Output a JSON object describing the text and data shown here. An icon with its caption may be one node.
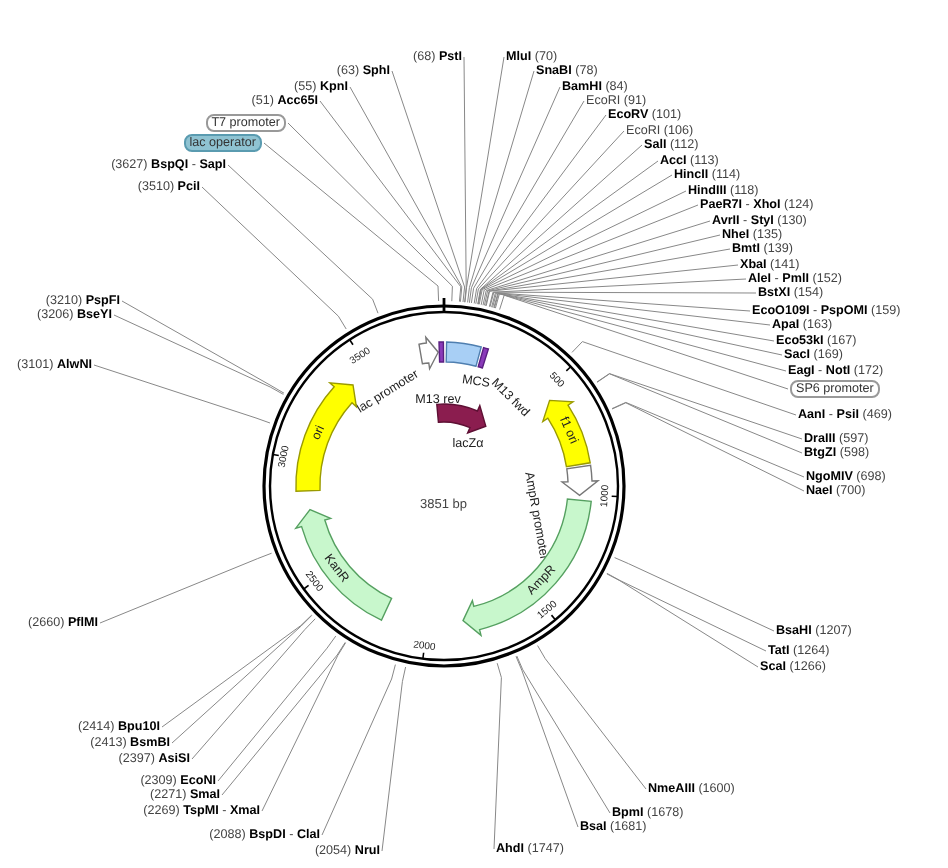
{
  "diagram": {
    "nodes": [
      {
        "text": [
          "(68) **PstI**"
        ]
      },
      {
        "text": [
          "(63) **SphI**"
        ]
      },
      {
        "text": [
          "(55) **KpnI**"
        ]
      },
      {
        "text": [
          "(51) **Acc65I**"
        ]
      },
      {
        "text": [
          "T7 promoter"
        ]
      },
      {
        "text": [
          "lac operator"
        ]
      },
      {
        "text": [
          "(3627) **BspQI** - **SapI**"
        ]
      },
      {
        "text": [
          "(3510) **PciI**"
        ]
      },
      {
        "text": [
          "(3210) **PspFI**"
        ]
      },
      {
        "text": [
          "(3206) **BseYI**"
        ]
      },
      {
        "text": [
          "(3101) **AlwNI**"
        ]
      },
      {
        "text": [
          "(2660) **PflMI**"
        ]
      },
      {
        "text": [
          "(2414) **Bpu10I**"
        ]
      },
      {
        "text": [
          "(2413) **BsmBI**"
        ]
      },
      {
        "text": [
          "(2397) **AsiSI**"
        ]
      },
      {
        "text": [
          "(2309) **EcoNI**"
        ]
      },
      {
        "text": [
          "(2271) **SmaI**"
        ]
      },
      {
        "text": [
          "(2269) **TspMI** - **XmaI**"
        ]
      },
      {
        "text": [
          "(2088) **BspDI** - **ClaI**"
        ]
      },
      {
        "text": [
          "(2054) **NruI**"
        ]
      },
      {
        "text": [
          "**MluI** (70)"
        ]
      },
      {
        "text": [
          "**SnaBI** (78)"
        ]
      },
      {
        "text": [
          "**BamHI** (84)"
        ]
      },
      {
        "text": [
          "EcoRI (91)"
        ]
      },
      {
        "text": [
          "**EcoRV** (101)"
        ]
      },
      {
        "text": [
          "EcoRI (106)"
        ]
      },
      {
        "text": [
          "**SalI** (112)"
        ]
      },
      {
        "text": [
          "**AccI** (113)"
        ]
      },
      {
        "text": [
          "**HincII** (114)"
        ]
      },
      {
        "text": [
          "**HindIII** (118)"
        ]
      },
      {
        "text": [
          "**PaeR7I** - **XhoI** (124)"
        ]
      },
      {
        "text": [
          "**AvrII** - **StyI** (130)"
        ]
      },
      {
        "text": [
          "**NheI** (135)"
        ]
      },
      {
        "text": [
          "**BmtI** (139)"
        ]
      },
      {
        "text": [
          "**XbaI** (141)"
        ]
      },
      {
        "text": [
          "**AleI** - **PmlI** (152)"
        ]
      },
      {
        "text": [
          "**BstXI** (154)"
        ]
      },
      {
        "text": [
          "**EcoO109I** - **PspOMI** (159)"
        ]
      },
      {
        "text": [
          "**ApaI** (163)"
        ]
      },
      {
        "text": [
          "**Eco53kI** (167)"
        ]
      },
      {
        "text": [
          "**SacI** (169)"
        ]
      },
      {
        "text": [
          "**EagI** - **NotI** (172)"
        ]
      },
      {
        "text": [
          "SP6 promoter"
        ]
      },
      {
        "text": [
          "**AanI** - **PsiI** (469)"
        ]
      },
      {
        "text": [
          "**DraIII** (597)"
        ]
      },
      {
        "text": [
          "**BtgZI** (598)"
        ]
      },
      {
        "text": [
          "**NgoMIV** (698)"
        ]
      },
      {
        "text": [
          "**NaeI** (700)"
        ]
      },
      {
        "text": [
          "**BsaHI** (1207)"
        ]
      },
      {
        "text": [
          "**TatI** (1264)"
        ]
      },
      {
        "text": [
          "**ScaI** (1266)"
        ]
      },
      {
        "text": [
          "**NmeAIII** (1600)"
        ]
      },
      {
        "text": [
          "**BpmI** (1678)"
        ]
      },
      {
        "text": [
          "**BsaI** (1681)"
        ]
      },
      {
        "text": [
          "**AhdI** (1747)"
        ]
      },
      {
        "text": [
          "lac promoter"
        ]
      },
      {
        "text": [
          "M13 rev"
        ]
      },
      {
        "text": [
          "MCS"
        ]
      },
      {
        "text": [
          "M13 fwd"
        ]
      },
      {
        "text": [
          "lacZα"
        ]
      },
      {
        "text": [
          "f1 ori"
        ]
      },
      {
        "text": [
          "AmpR promoter"
        ]
      },
      {
        "text": [
          "AmpR"
        ]
      },
      {
        "text": [
          "KanR"
        ]
      },
      {
        "text": [
          "ori"
        ]
      }
    ],
    "edges": [
      {
        "from": 0,
        "to": null,
        "arrow": "none"
      },
      {
        "from": 1,
        "to": null,
        "arrow": "none"
      },
      {
        "from": 2,
        "to": null,
        "arrow": "none"
      },
      {
        "from": 3,
        "to": null,
        "arrow": "none"
      },
      {
        "from": 4,
        "to": null,
        "arrow": "none"
      },
      {
        "from": 5,
        "to": null,
        "arrow": "none"
      },
      {
        "from": 6,
        "to": null,
        "arrow": "none"
      },
      {
        "from": 7,
        "to": null,
        "arrow": "none"
      },
      {
        "from": 8,
        "to": null,
        "arrow": "none"
      },
      {
        "from": 9,
        "to": null,
        "arrow": "none"
      },
      {
        "from": 10,
        "to": null,
        "arrow": "none"
      },
      {
        "from": 11,
        "to": null,
        "arrow": "none"
      },
      {
        "from": 12,
        "to": null,
        "arrow": "none"
      },
      {
        "from": 13,
        "to": null,
        "arrow": "none"
      },
      {
        "from": 14,
        "to": null,
        "arrow": "none"
      },
      {
        "from": 15,
        "to": null,
        "arrow": "none"
      },
      {
        "from": 16,
        "to": null,
        "arrow": "none"
      },
      {
        "from": 17,
        "to": null,
        "arrow": "none"
      },
      {
        "from": 18,
        "to": null,
        "arrow": "none"
      },
      {
        "from": 19,
        "to": null,
        "arrow": "none"
      },
      {
        "from": 20,
        "to": null,
        "arrow": "none"
      },
      {
        "from": 21,
        "to": null,
        "arrow": "none"
      },
      {
        "from": 22,
        "to": null,
        "arrow": "none"
      },
      {
        "from": 23,
        "to": null,
        "arrow": "none"
      },
      {
        "from": 24,
        "to": null,
        "arrow": "none"
      },
      {
        "from": 25,
        "to": null,
        "arrow": "none"
      },
      {
        "from": 26,
        "to": null,
        "arrow": "none"
      },
      {
        "from": 27,
        "to": null,
        "arrow": "none"
      },
      {
        "from": 28,
        "to": null,
        "arrow": "none"
      },
      {
        "from": 29,
        "to": null,
        "arrow": "none"
      },
      {
        "from": 30,
        "to": null,
        "arrow": "none"
      },
      {
        "from": 31,
        "to": null,
        "arrow": "none"
      },
      {
        "from": 32,
        "to": null,
        "arrow": "none"
      },
      {
        "from": 33,
        "to": null,
        "arrow": "none"
      },
      {
        "from": 34,
        "to": null,
        "arrow": "none"
      },
      {
        "from": 35,
        "to": null,
        "arrow": "none"
      },
      {
        "from": 36,
        "to": null,
        "arrow": "none"
      },
      {
        "from": 37,
        "to": null,
        "arrow": "none"
      },
      {
        "from": 38,
        "to": null,
        "arrow": "none"
      },
      {
        "from": 39,
        "to": null,
        "arrow": "none"
      },
      {
        "from": 40,
        "to": null,
        "arrow": "none"
      },
      {
        "from": 41,
        "to": null,
        "arrow": "none"
      },
      {
        "from": 42,
        "to": null,
        "arrow": "none"
      },
      {
        "from": 43,
        "to": null,
        "arrow": "none"
      },
      {
        "from": 44,
        "to": null,
        "arrow": "none"
      },
      {
        "from": 45,
        "to": null,
        "arrow": "none"
      },
      {
        "from": 46,
        "to": null,
        "arrow": "none"
      },
      {
        "from": 47,
        "to": null,
        "arrow": "none"
      },
      {
        "from": 48,
        "to": null,
        "arrow": "none"
      },
      {
        "from": 49,
        "to": null,
        "arrow": "none"
      },
      {
        "from": 50,
        "to": null,
        "arrow": "none"
      },
      {
        "from": 51,
        "to": null,
        "arrow": "none"
      },
      {
        "from": 52,
        "to": null,
        "arrow": "none"
      },
      {
        "from": 53,
        "to": null,
        "arrow": "none"
      },
      {
        "from": 54,
        "to": null,
        "arrow": "none"
      }
    ],
    "labels": [
      "500",
      "1000",
      "1500",
      "2000",
      "2500",
      "3000",
      "3500",
      "3851 bp"
    ]
  }
}
